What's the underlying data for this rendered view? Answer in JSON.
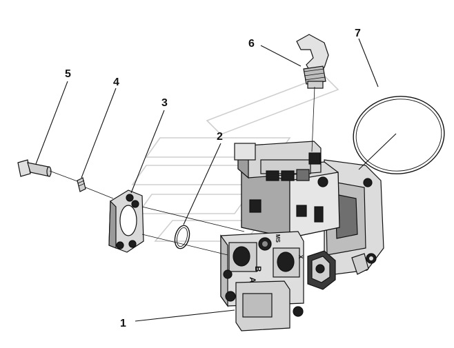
{
  "diagram": {
    "callouts": [
      {
        "id": "1",
        "label": "1"
      },
      {
        "id": "2",
        "label": "2"
      },
      {
        "id": "3",
        "label": "3"
      },
      {
        "id": "4",
        "label": "4"
      },
      {
        "id": "5",
        "label": "5"
      },
      {
        "id": "6",
        "label": "6"
      },
      {
        "id": "7",
        "label": "7"
      }
    ],
    "port_letters": {
      "a": "A",
      "b": "B",
      "ms": "MS",
      "x": "X"
    },
    "colors": {
      "ink": "#111111",
      "body_fill": "#dcdcdc",
      "shade_fill": "#6f6f6f",
      "dark_fill": "#1e1e1e",
      "watermark": "#cfcfcf"
    }
  }
}
